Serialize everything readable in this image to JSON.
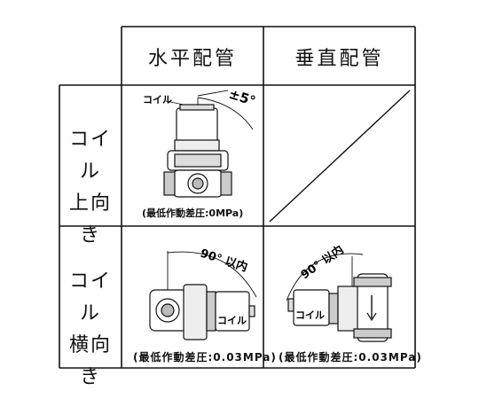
{
  "header": {
    "col_horizontal": "水平配管",
    "col_vertical": "垂直配管"
  },
  "rows": {
    "coil_up": {
      "line1": "コイル",
      "line2": "上向き"
    },
    "coil_side": {
      "line1": "コイル",
      "line2": "横向き"
    }
  },
  "cells": {
    "up_horizontal": {
      "coil_label": "コイル",
      "angle_label": "±5°",
      "caption": "(最低作動差圧:0MPa)"
    },
    "side_horizontal": {
      "coil_label": "コイル",
      "angle_label": "90° 以内",
      "caption": "(最低作動差圧:0.03MPa)"
    },
    "side_vertical": {
      "coil_label": "コイル",
      "angle_label": "90° 以内",
      "caption": "(最低作動差圧:0.03MPa)"
    }
  },
  "colors": {
    "line": "#111111",
    "fill": "#ffffff",
    "shade": "#bdbdbd"
  }
}
